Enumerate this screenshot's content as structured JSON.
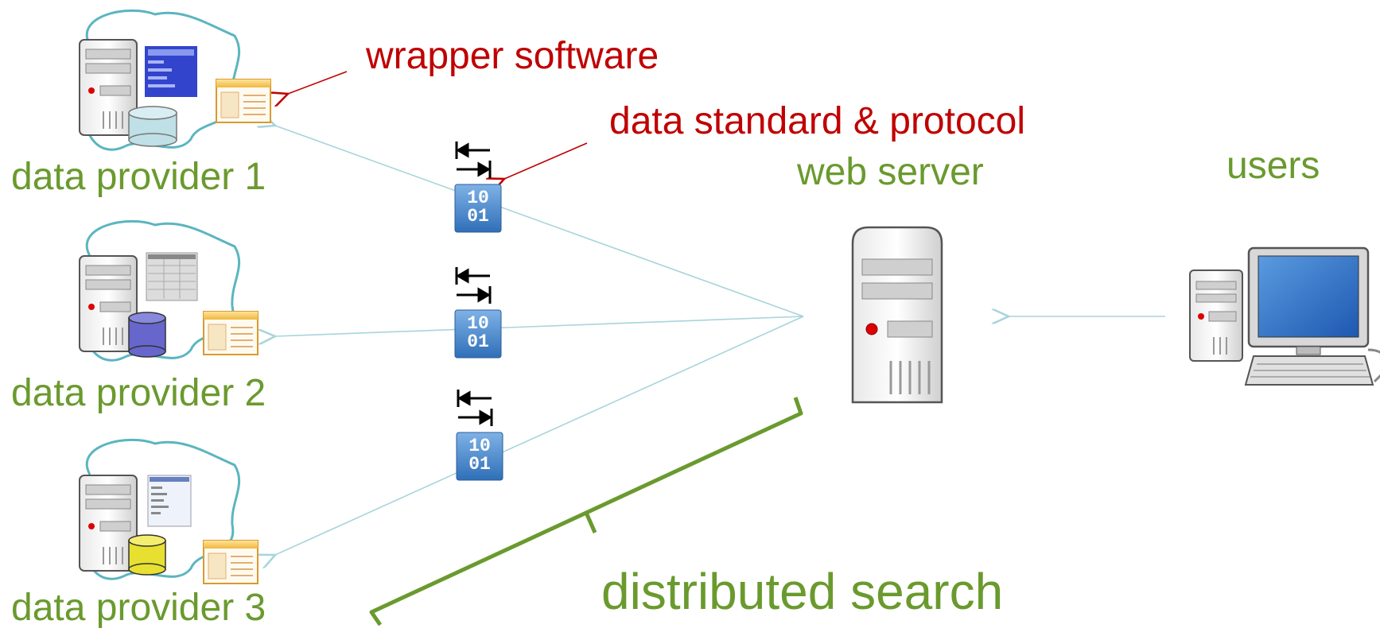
{
  "labels": {
    "provider1": "data provider 1",
    "provider2": "data provider 2",
    "provider3": "data provider 3",
    "wrapper": "wrapper software",
    "standard": "data standard & protocol",
    "webserver": "web server",
    "users": "users",
    "distributed": "distributed search"
  },
  "binary_icon_text": {
    "row1": "10",
    "row2": "01"
  },
  "colors": {
    "green_label": "#6a9a2e",
    "red_label": "#c00000",
    "arrow_line": "#a8d4dc",
    "cloud_outline": "#5bb5c0",
    "db1": "#bfe0e6",
    "db2": "#6666cc",
    "db3": "#e8e030",
    "binary_icon": "#3a7cc4"
  },
  "icons": [
    "server-icon",
    "database-icon",
    "window-icon",
    "protocol-arrows-icon",
    "binary-icon",
    "desktop-computer-icon"
  ]
}
